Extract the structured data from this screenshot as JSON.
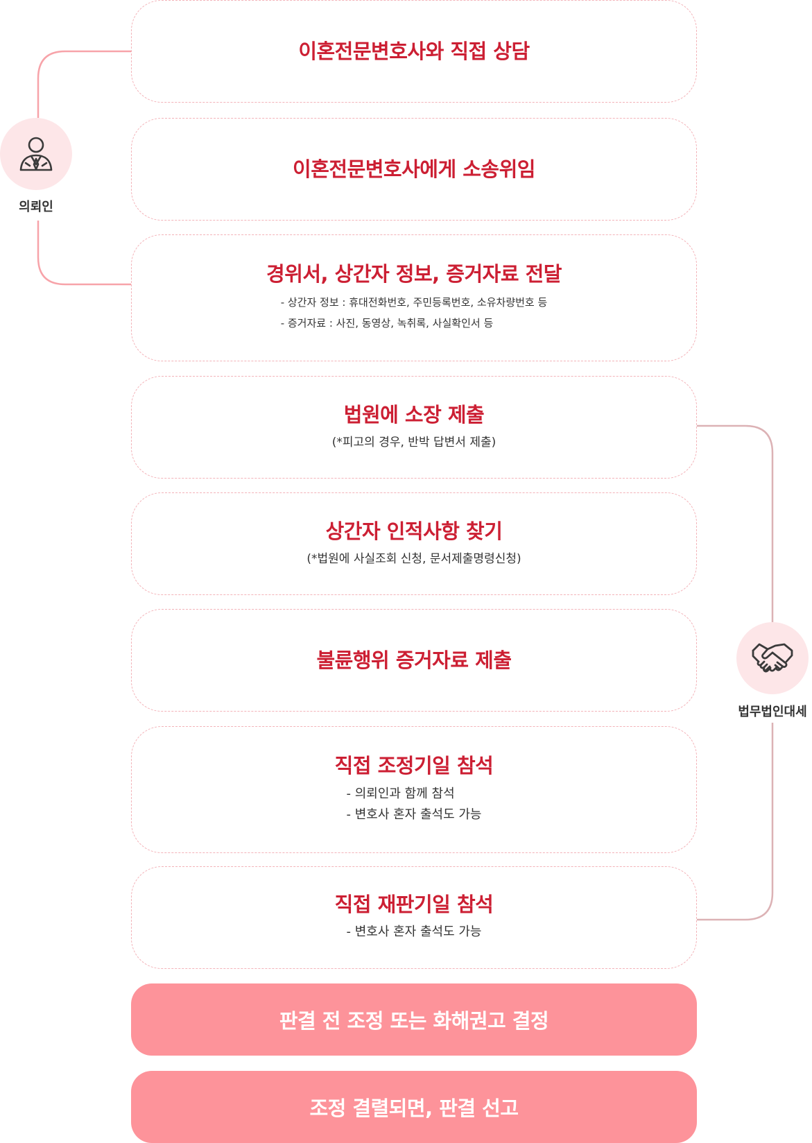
{
  "client": {
    "label": "의뢰인",
    "icon": "person-suit-icon"
  },
  "firm": {
    "label": "법무법인대세",
    "icon": "handshake-icon"
  },
  "steps": [
    {
      "title": "이혼전문변호사와 직접 상담"
    },
    {
      "title": "이혼전문변호사에게 소송위임"
    },
    {
      "title": "경위서, 상간자 정보, 증거자료 전달",
      "details": [
        "- 상간자 정보 : 휴대전화번호, 주민등록번호, 소유차량번호 등",
        "- 증거자료 : 사진, 동영상, 녹취록, 사실확인서 등"
      ]
    },
    {
      "title": "법원에 소장 제출",
      "subtitle": "(*피고의 경우, 반박 답변서 제출)"
    },
    {
      "title": "상간자 인적사항 찾기",
      "subtitle": "(*법원에 사실조회 신청, 문서제출명령신청)"
    },
    {
      "title": "불륜행위 증거자료 제출"
    },
    {
      "title": "직접 조정기일 참석",
      "details": [
        "- 의뢰인과 함께 참석",
        "- 변호사 혼자 출석도 가능"
      ]
    },
    {
      "title": "직접 재판기일 참석",
      "details": [
        "- 변호사 혼자 출석도 가능"
      ]
    }
  ],
  "finals": [
    {
      "label": "판결 전 조정 또는 화해권고 결정"
    },
    {
      "label": "조정 결렬되면, 판결 선고"
    }
  ],
  "colors": {
    "accent_text": "#cc1f33",
    "dashed_border": "#f3b2b8",
    "final_fill": "#fd939a",
    "client_line": "#f7a3a9",
    "firm_line": "#dcb2b5",
    "icon_bg": "#fde6e8"
  }
}
